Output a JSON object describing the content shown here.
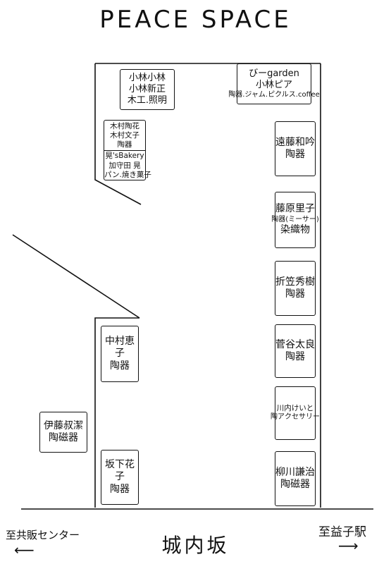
{
  "map": {
    "title": "PEACE SPACE",
    "street": "城内坂",
    "direction_left": "至共販センター",
    "direction_right": "至益子駅",
    "arrow_left": "⟵",
    "arrow_right": "⟶"
  },
  "booths": {
    "kobayashi": {
      "l1": "小林小林",
      "l2": "小林新正",
      "l3": "木工.照明"
    },
    "bgarden": {
      "l1": "びーgarden",
      "l2": "小林ピア",
      "l3": "陶器.ジャム.ピクルス.coffee"
    },
    "kimura": {
      "l1": "木村陶花",
      "l2": "木村文子",
      "l3": "陶器"
    },
    "bakery": {
      "l1": "晃'sBakery",
      "l2": "加守田 晃",
      "l3": "パン.焼き菓子"
    },
    "endo": {
      "l1": "遠藤和吟",
      "l2": "陶器"
    },
    "fujiwara": {
      "l1": "藤原里子",
      "l2": "陶器(ミーサー)",
      "l3": "染織物"
    },
    "origasa": {
      "l1": "折笠秀樹",
      "l2": "陶器"
    },
    "sugaya": {
      "l1": "菅谷太良",
      "l2": "陶器"
    },
    "kawauchi": {
      "l1": "川内けいと",
      "l2": "陶アクセサリー"
    },
    "nakamura": {
      "l1": "中村恵子",
      "l2": "陶器"
    },
    "ito": {
      "l1": "伊藤叔潔",
      "l2": "陶磁器"
    },
    "sakashita": {
      "l1": "坂下花子",
      "l2": "陶器"
    },
    "yanagawa": {
      "l1": "柳川謙治",
      "l2": "陶磁器"
    }
  }
}
